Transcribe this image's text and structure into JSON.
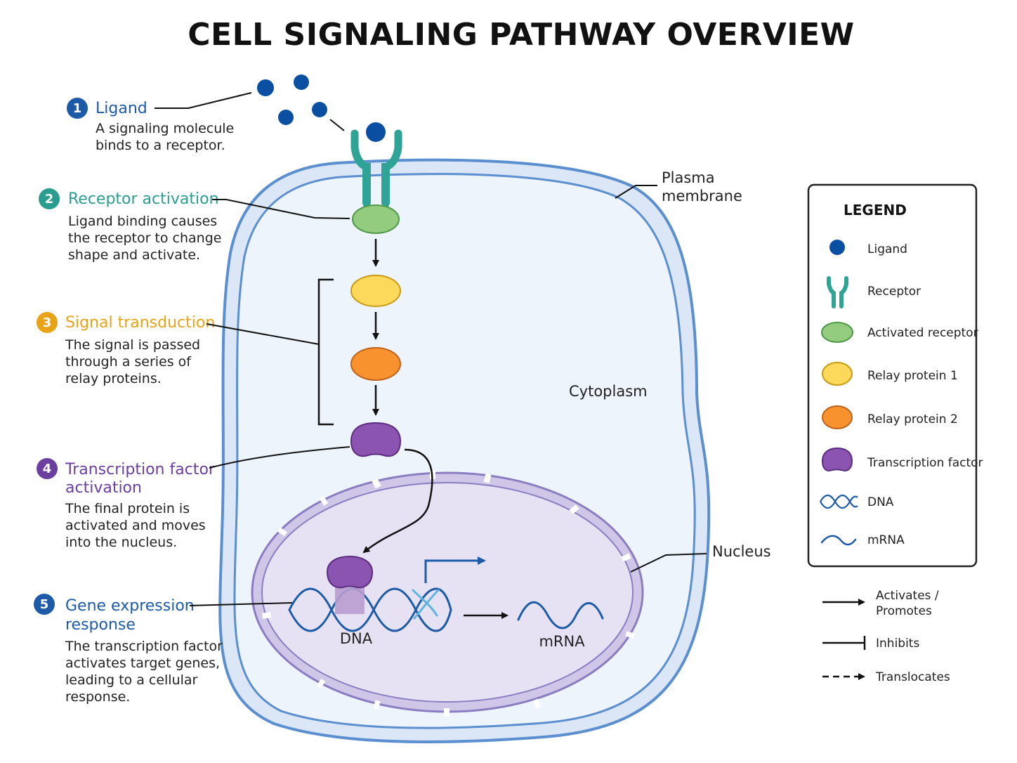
{
  "title": "CELL SIGNALING PATHWAY OVERVIEW",
  "colors": {
    "blue": "#1d5aa8",
    "teal": "#2a9d8f",
    "amber": "#e8a317",
    "purple": "#6b3fa0",
    "ligand": "#0b4fa3",
    "receptor": "#2fa396",
    "activated_receptor": "#93cc7e",
    "relay1": "#fcd95a",
    "relay2": "#f7922f",
    "transcription_factor": "#8b54b0",
    "membrane": "#5b8fd0",
    "cytoplasm": "#eef4fc",
    "nucleus": "#e6e2f3"
  },
  "steps": [
    {
      "num": "1",
      "title": "Ligand",
      "body": [
        "A signaling molecule",
        "binds to a receptor."
      ]
    },
    {
      "num": "2",
      "title": "Receptor activation",
      "body": [
        "Ligand binding causes",
        "the receptor to change",
        "shape and activate."
      ]
    },
    {
      "num": "3",
      "title": "Signal transduction",
      "body": [
        "The signal is passed",
        "through a series of",
        "relay proteins."
      ]
    },
    {
      "num": "4",
      "title": [
        "Transcription factor",
        "activation"
      ],
      "body": [
        "The final protein is",
        "activated and moves",
        "into the nucleus."
      ]
    },
    {
      "num": "5",
      "title": [
        "Gene expression",
        "response"
      ],
      "body": [
        "The transcription factor",
        "activates target genes,",
        "leading to a cellular",
        "response."
      ]
    }
  ],
  "labels": {
    "plasma_membrane": [
      "Plasma",
      "membrane"
    ],
    "cytoplasm": "Cytoplasm",
    "nucleus": "Nucleus",
    "dna": "DNA",
    "mrna": "mRNA"
  },
  "legend": {
    "title": "LEGEND",
    "items": [
      {
        "icon": "ligand-icon",
        "label": "Ligand"
      },
      {
        "icon": "receptor-icon",
        "label": "Receptor"
      },
      {
        "icon": "activated-receptor-icon",
        "label": "Activated receptor"
      },
      {
        "icon": "relay-protein-1-icon",
        "label": "Relay protein 1"
      },
      {
        "icon": "relay-protein-2-icon",
        "label": "Relay protein 2"
      },
      {
        "icon": "transcription-factor-icon",
        "label": "Transcription factor"
      },
      {
        "icon": "dna-icon",
        "label": "DNA"
      },
      {
        "icon": "mrna-icon",
        "label": "mRNA"
      }
    ],
    "arrows": [
      {
        "icon": "activates-arrow-icon",
        "label": [
          "Activates /",
          "Promotes"
        ]
      },
      {
        "icon": "inhibits-arrow-icon",
        "label": "Inhibits"
      },
      {
        "icon": "translocates-arrow-icon",
        "label": "Translocates"
      }
    ]
  }
}
